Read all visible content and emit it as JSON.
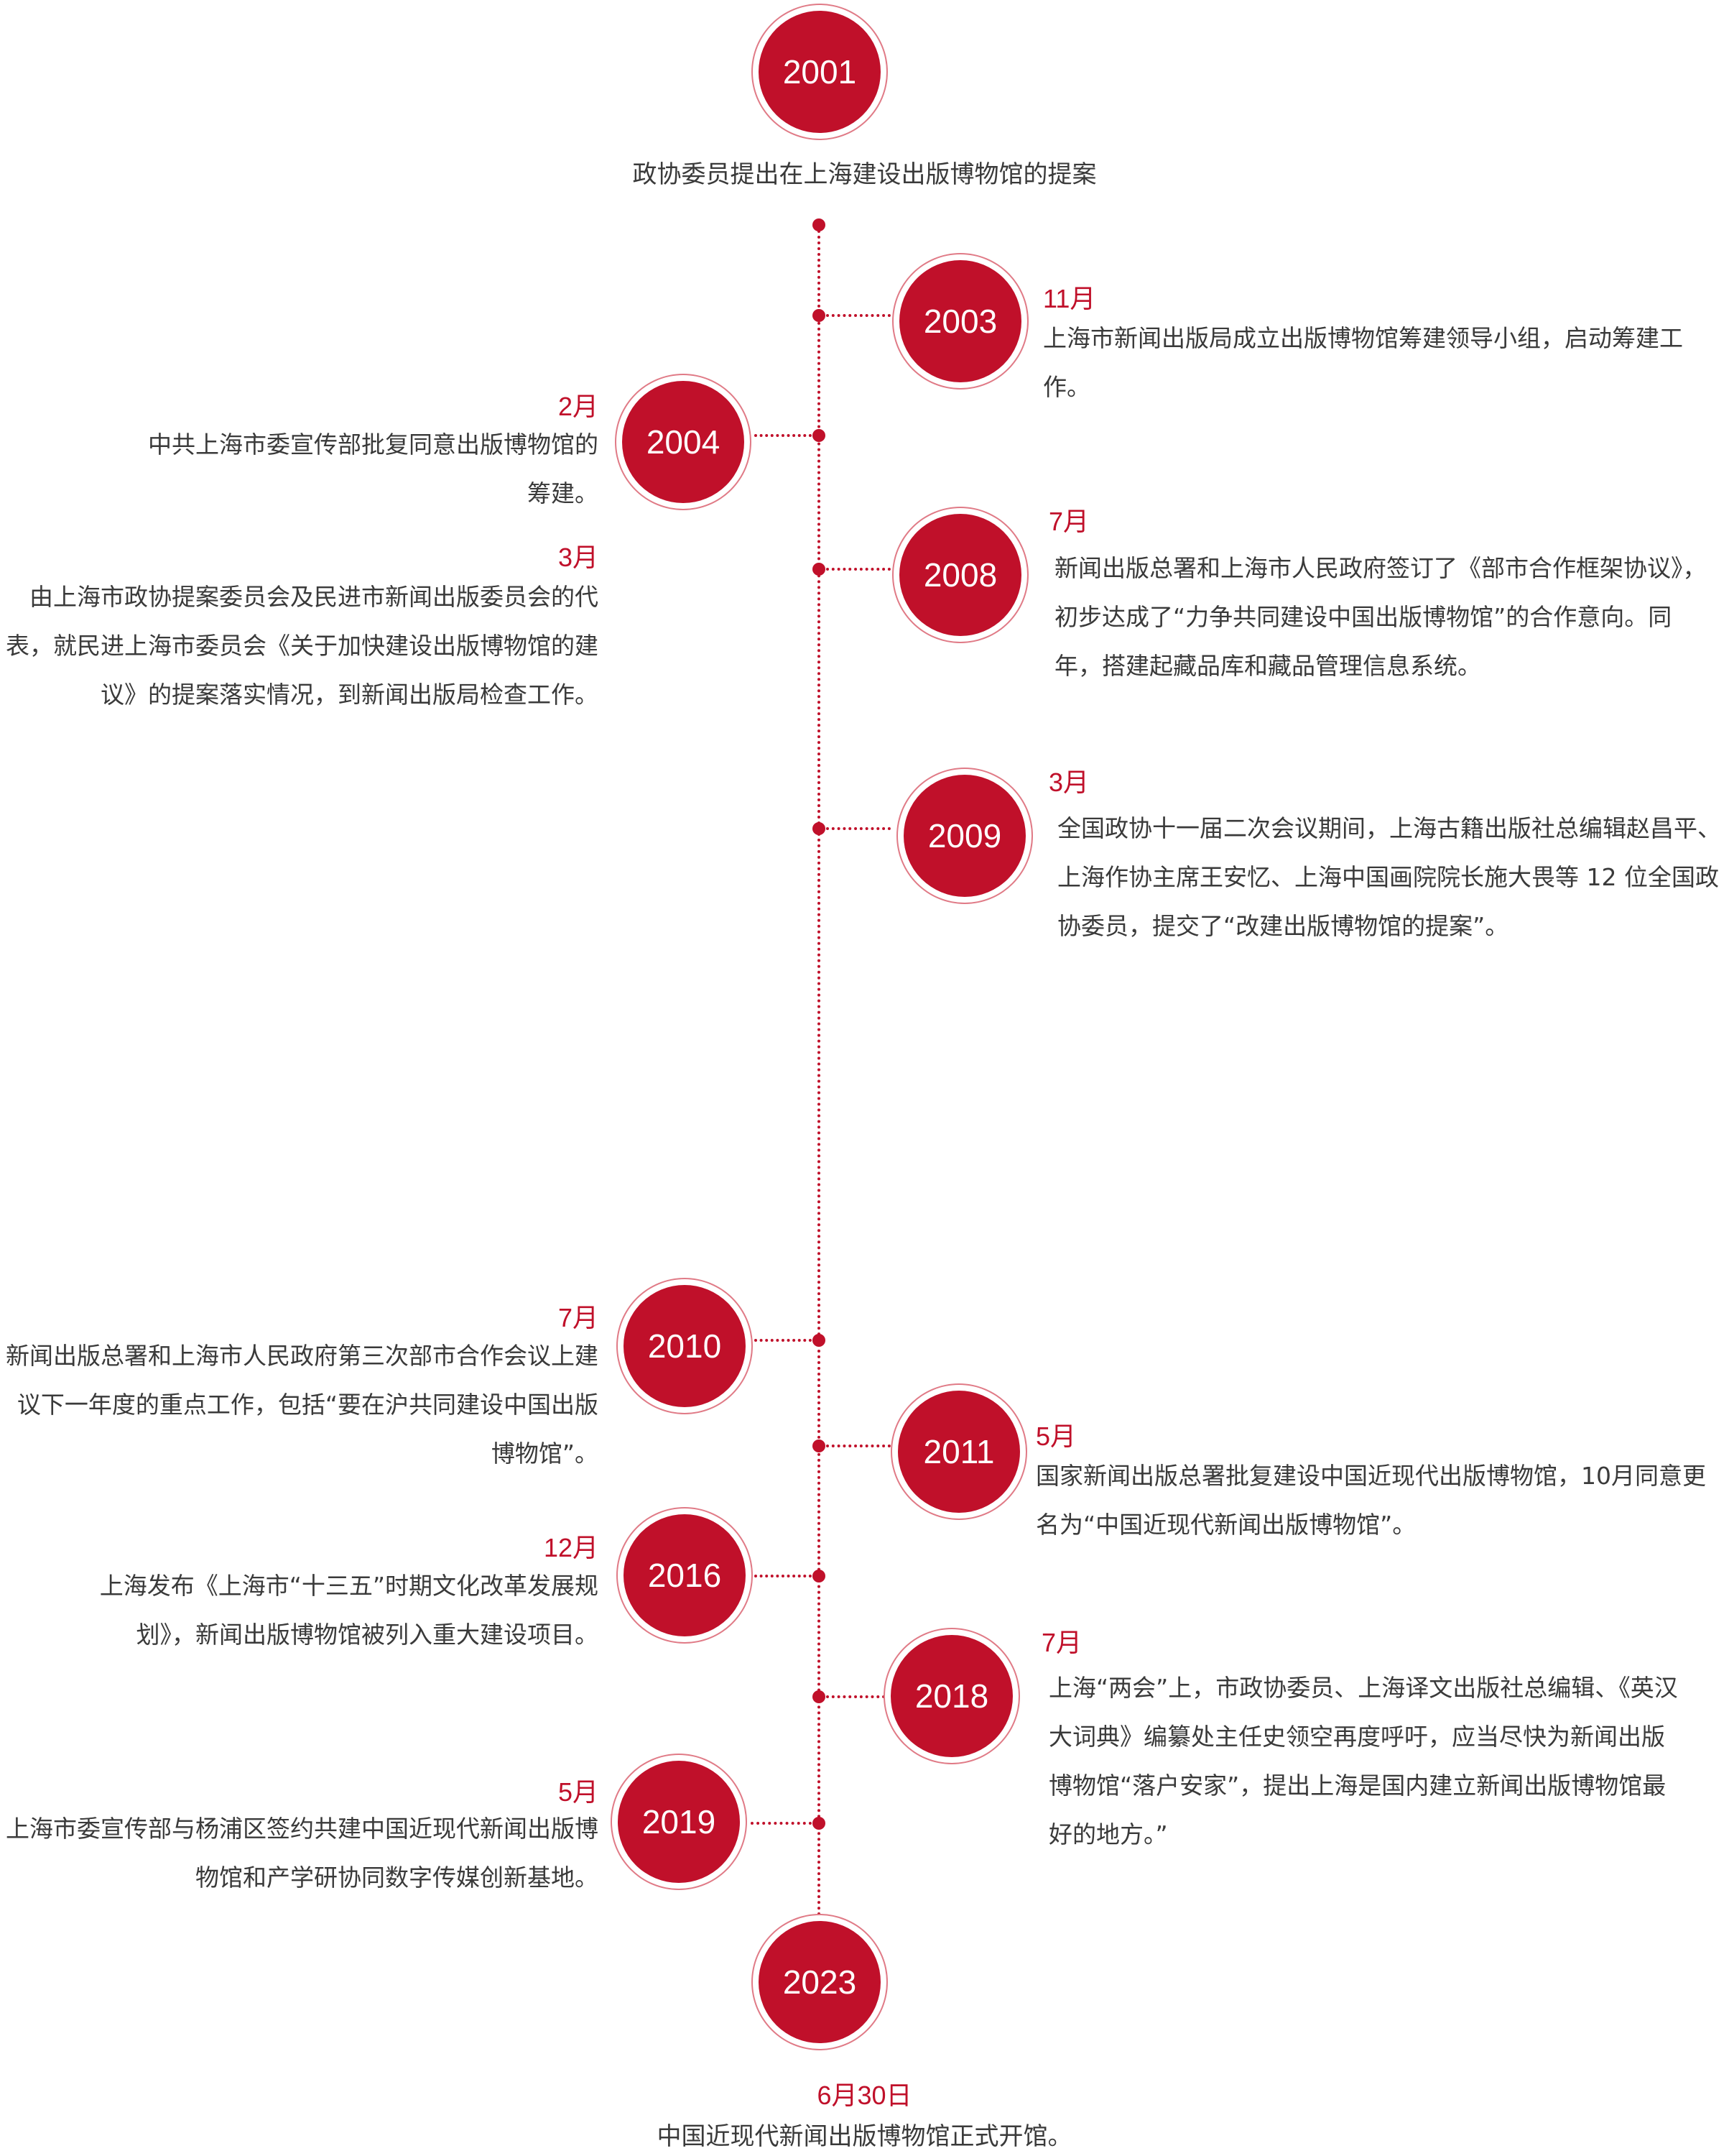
{
  "theme": {
    "accent": "#c0102a",
    "text": "#3a3a3a"
  },
  "timeline": {
    "start": {
      "year": "2001",
      "text": "政协委员提出在上海建设出版博物馆的提案"
    },
    "events": [
      {
        "year": "2003",
        "month": "11月",
        "side": "right",
        "text": "上海市新闻出版局成立出版博物馆筹建领导小组，启动筹建工作。"
      },
      {
        "year": "2004",
        "month": "2月",
        "side": "left",
        "text": "中共上海市委宣传部批复同意出版博物馆的筹建。",
        "month2": "3月",
        "text2": "由上海市政协提案委员会及民进市新闻出版委员会的代表，就民进上海市委员会《关于加快建设出版博物馆的建议》的提案落实情况，到新闻出版局检查工作。"
      },
      {
        "year": "2008",
        "month": "7月",
        "side": "right",
        "text": "新闻出版总署和上海市人民政府签订了《部市合作框架协议》，初步达成了“力争共同建设中国出版博物馆”的合作意向。同年，搭建起藏品库和藏品管理信息系统。"
      },
      {
        "year": "2009",
        "month": "3月",
        "side": "right",
        "text": "全国政协十一届二次会议期间，上海古籍出版社总编辑赵昌平、上海作协主席王安忆、上海中国画院院长施大畏等 12 位全国政协委员，提交了“改建出版博物馆的提案”。"
      },
      {
        "year": "2010",
        "month": "7月",
        "side": "left",
        "text": "新闻出版总署和上海市人民政府第三次部市合作会议上建议下一年度的重点工作，包括“要在沪共同建设中国出版博物馆”。"
      },
      {
        "year": "2011",
        "month": "5月",
        "side": "right",
        "text": "国家新闻出版总署批复建设中国近现代出版博物馆，10月同意更名为“中国近现代新闻出版博物馆”。"
      },
      {
        "year": "2016",
        "month": "12月",
        "side": "left",
        "text": "上海发布《上海市“十三五”时期文化改革发展规划》，新闻出版博物馆被列入重大建设项目。"
      },
      {
        "year": "2018",
        "month": "7月",
        "side": "right",
        "text": "上海“两会”上，市政协委员、上海译文出版社总编辑、《英汉大词典》编纂处主任史领空再度呼吁，应当尽快为新闻出版博物馆“落户安家”，提出上海是国内建立新闻出版博物馆最好的地方。”"
      },
      {
        "year": "2019",
        "month": "5月",
        "side": "left",
        "text": "上海市委宣传部与杨浦区签约共建中国近现代新闻出版博物馆和产学研协同数字传媒创新基地。"
      }
    ],
    "end": {
      "year": "2023",
      "month": "6月30日",
      "text": "中国近现代新闻出版博物馆正式开馆。"
    }
  }
}
